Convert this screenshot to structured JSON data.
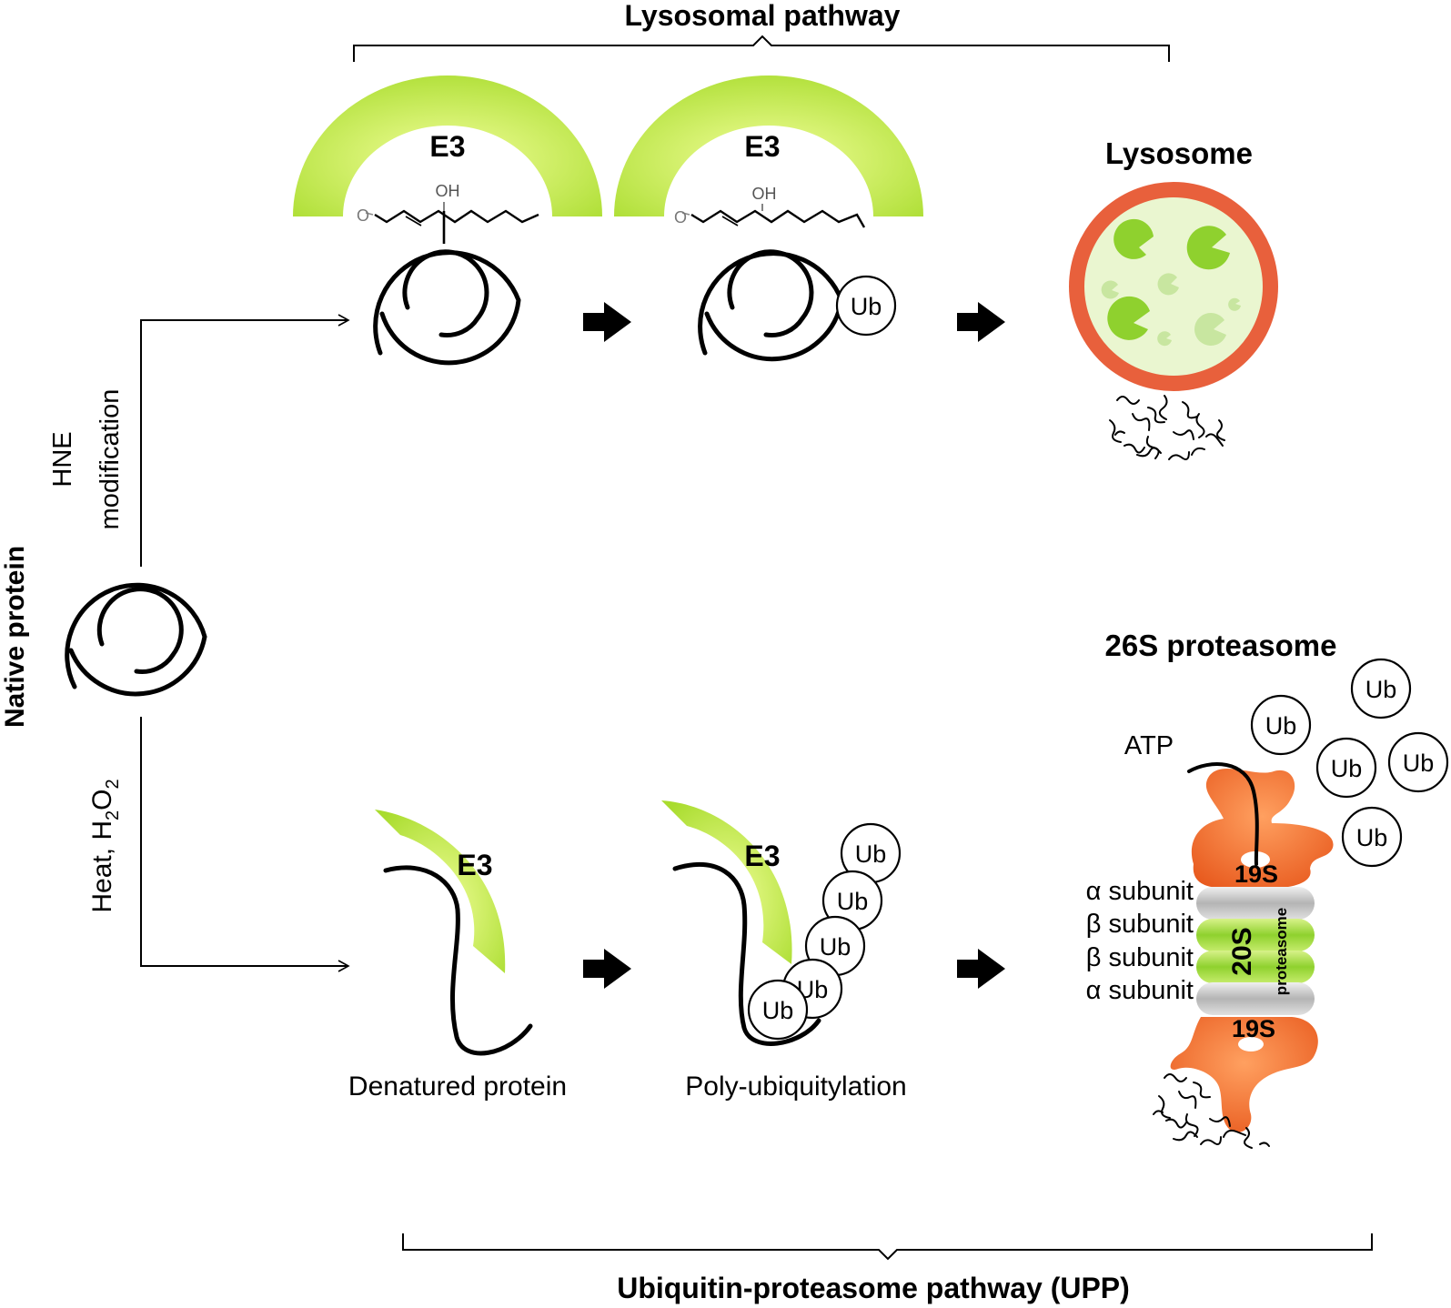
{
  "title_top": "Lysosomal pathway",
  "title_bottom": "Ubiquitin-proteasome pathway (UPP)",
  "native_protein": "Native protein",
  "hne_line1": "HNE",
  "hne_line2": "modification",
  "heat_prefix": "Heat, H",
  "heat_sub1": "2",
  "heat_mid": "O",
  "heat_sub2": "2",
  "e3_label": "E3",
  "oh_label": "OH",
  "ub_label": "Ub",
  "lysosome_label": "Lysosome",
  "proteasome_title": "26S proteasome",
  "atp_label": "ATP",
  "cap_19s": "19S",
  "core_20s": "20S",
  "proteasome_word": "proteasome",
  "alpha_subunit": "α subunit",
  "beta_subunit": "β subunit",
  "denatured_label": "Denatured protein",
  "polyub_label": "Poly-ubiquitylation",
  "colors": {
    "e3_green": "#c6ee3a",
    "lysosome_orange": "#e8603c",
    "lysosome_inner": "#eaf6d0",
    "proteasome_orange": "#ef6b2e",
    "ring_gray": "#c8c8c8",
    "ring_green": "#a6de3c"
  }
}
